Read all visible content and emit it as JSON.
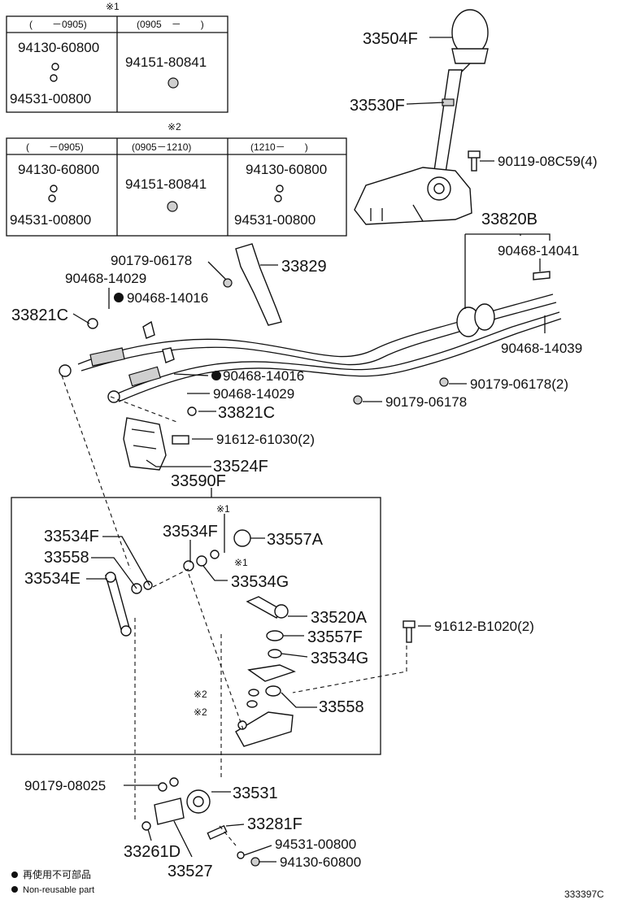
{
  "tables": {
    "t1": {
      "mark": "※1",
      "headers": [
        "(　　－0905)",
        "(0905　－　　)"
      ],
      "col1": [
        "94130-60800",
        "94531-00800"
      ],
      "col2": [
        "94151-80841"
      ]
    },
    "t2": {
      "mark": "※2",
      "headers": [
        "(　　－0905)",
        "(0905－1210)",
        "(1210－　　)"
      ],
      "col1": [
        "94130-60800",
        "94531-00800"
      ],
      "col2": [
        "94151-80841"
      ],
      "col3": [
        "94130-60800",
        "94531-00800"
      ]
    }
  },
  "callouts": {
    "p33504F": "33504F",
    "p33530F": "33530F",
    "p90119": "90119-08C59(4)",
    "p33820B": "33820B",
    "p90468_14041": "90468-14041",
    "p90468_14039": "90468-14039",
    "p90179_06178_2": "90179-06178(2)",
    "p90179_06178_b": "90179-06178",
    "p90179_06178_a": "90179-06178",
    "p33829": "33829",
    "p90468_14029_a": "90468-14029",
    "p90468_14016_a": "90468-14016",
    "p33821C_a": "33821C",
    "p90468_14016_b": "90468-14016",
    "p90468_14029_b": "90468-14029",
    "p33821C_b": "33821C",
    "p91612_61030": "91612-61030(2)",
    "p33524F": "33524F",
    "p33590F": "33590F",
    "p33534F_a": "33534F",
    "p33558_a": "33558",
    "p33534E": "33534E",
    "p33534F_b": "33534F",
    "mark1_a": "※1",
    "mark1_b": "※1",
    "p33557A": "33557A",
    "p33534G_a": "33534G",
    "p33520A": "33520A",
    "p33557F": "33557F",
    "p33534G_b": "33534G",
    "mark2_a": "※2",
    "mark2_b": "※2",
    "p33558_b": "33558",
    "p91612_B1020": "91612-B1020(2)",
    "p90179_08025": "90179-08025",
    "p33531": "33531",
    "p33281F": "33281F",
    "p94531_00800": "94531-00800",
    "p94130_60800": "94130-60800",
    "p33261D": "33261D",
    "p33527": "33527"
  },
  "legend": {
    "jp": "再使用不可部品",
    "en": "Non-reusable part"
  },
  "figure_id": "333397C"
}
